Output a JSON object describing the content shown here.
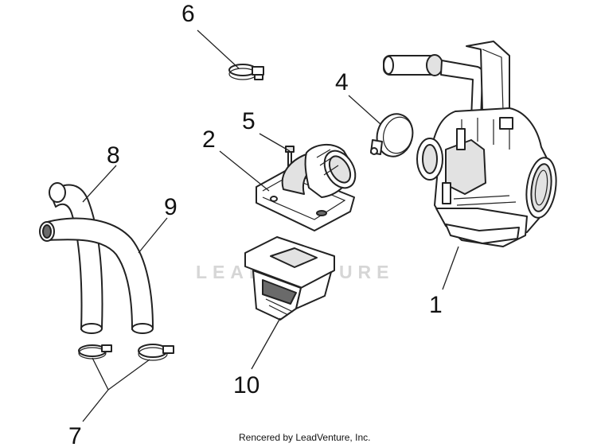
{
  "callouts": {
    "c1": "1",
    "c2": "2",
    "c4": "4",
    "c5": "5",
    "c6": "6",
    "c7": "7",
    "c8": "8",
    "c9": "9",
    "c10": "10"
  },
  "watermark": "LEADVENTURE",
  "credit": "Rencered by LeadVenture, Inc."
}
